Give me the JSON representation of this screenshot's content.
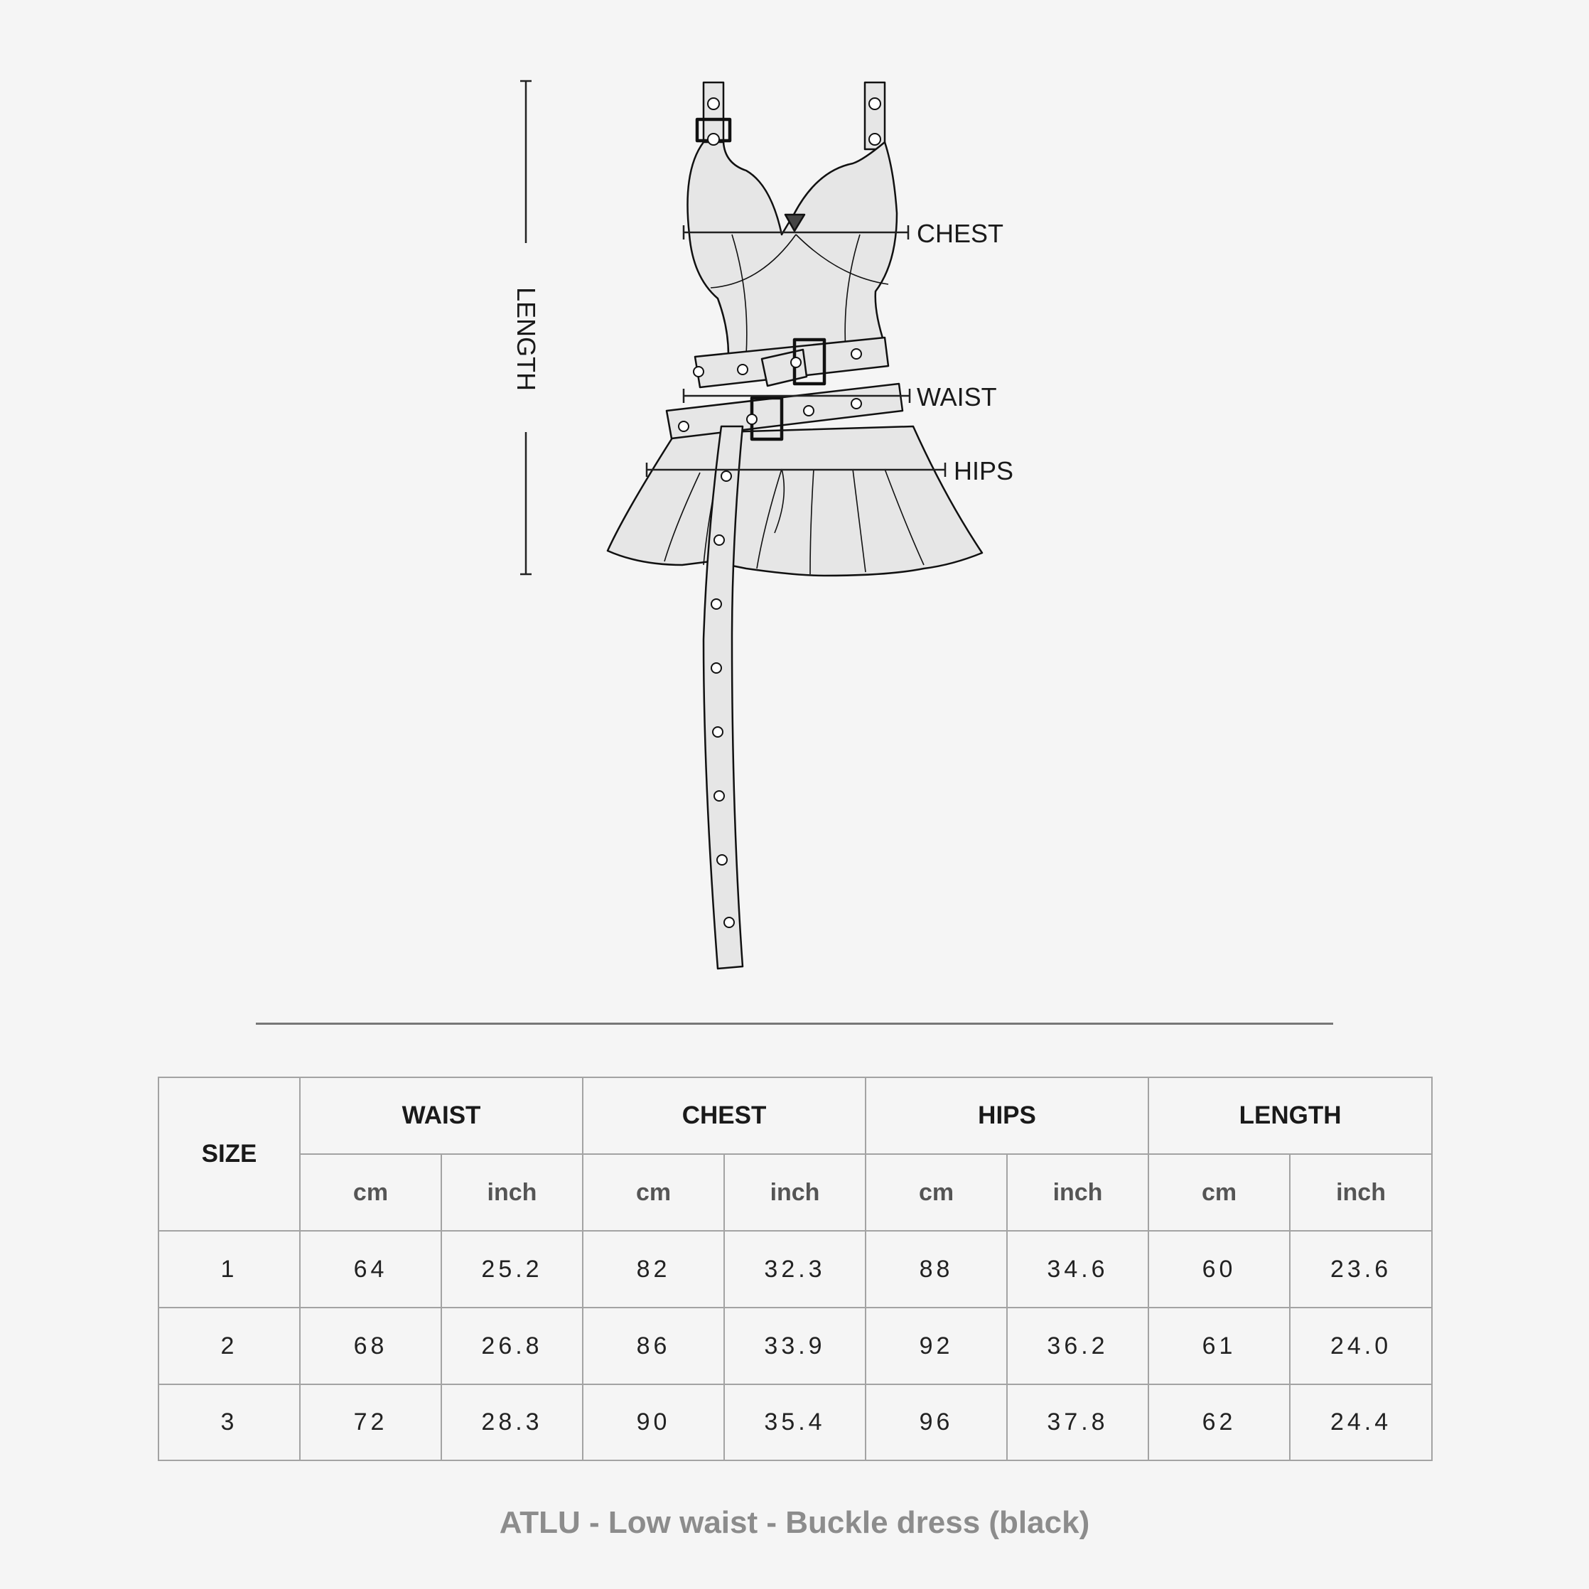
{
  "diagram": {
    "labels": {
      "chest": "CHEST",
      "waist": "WAIST",
      "hips": "HIPS",
      "length": "LENGTH"
    }
  },
  "table": {
    "size_header": "SIZE",
    "groups": [
      "WAIST",
      "CHEST",
      "HIPS",
      "LENGTH"
    ],
    "units": [
      "cm",
      "inch"
    ],
    "rows": [
      {
        "size": "1",
        "values": [
          "64",
          "25.2",
          "82",
          "32.3",
          "88",
          "34.6",
          "60",
          "23.6"
        ]
      },
      {
        "size": "2",
        "values": [
          "68",
          "26.8",
          "86",
          "33.9",
          "92",
          "36.2",
          "61",
          "24.0"
        ]
      },
      {
        "size": "3",
        "values": [
          "72",
          "28.3",
          "90",
          "35.4",
          "96",
          "37.8",
          "62",
          "24.4"
        ]
      }
    ]
  },
  "caption": "ATLU - Low waist - Buckle dress (black)",
  "colors": {
    "background": "#f5f5f5",
    "garment_fill": "#e6e6e6",
    "outline": "#111111",
    "caption": "#8c8c8c"
  }
}
